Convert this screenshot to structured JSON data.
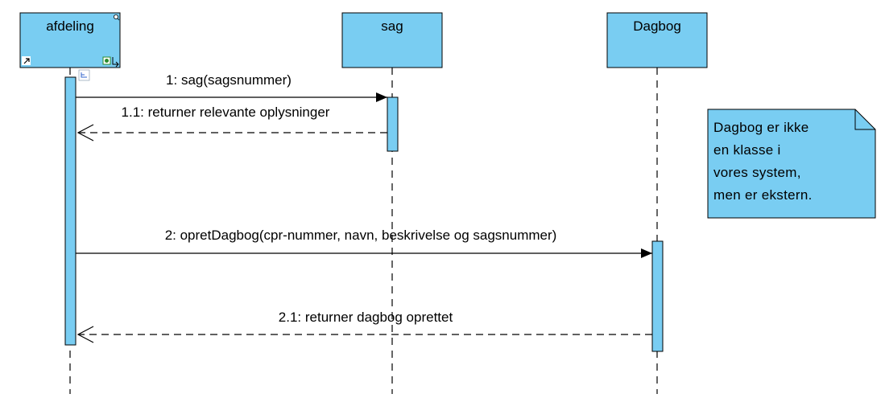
{
  "lifelines": [
    {
      "id": "afdeling",
      "label": "afdeling"
    },
    {
      "id": "sag",
      "label": "sag"
    },
    {
      "id": "dagbog",
      "label": "Dagbog"
    }
  ],
  "messages": [
    {
      "label": "1: sag(sagsnummer)"
    },
    {
      "label": "1.1: returner relevante oplysninger"
    },
    {
      "label": "2: opretDagbog(cpr-nummer, navn, beskrivelse og sagsnummer)"
    },
    {
      "label": "2.1: returner dagbog oprettet"
    }
  ],
  "note": {
    "lines": [
      "Dagbog er ikke",
      "en klasse i",
      "vores system,",
      "men er ekstern."
    ]
  }
}
